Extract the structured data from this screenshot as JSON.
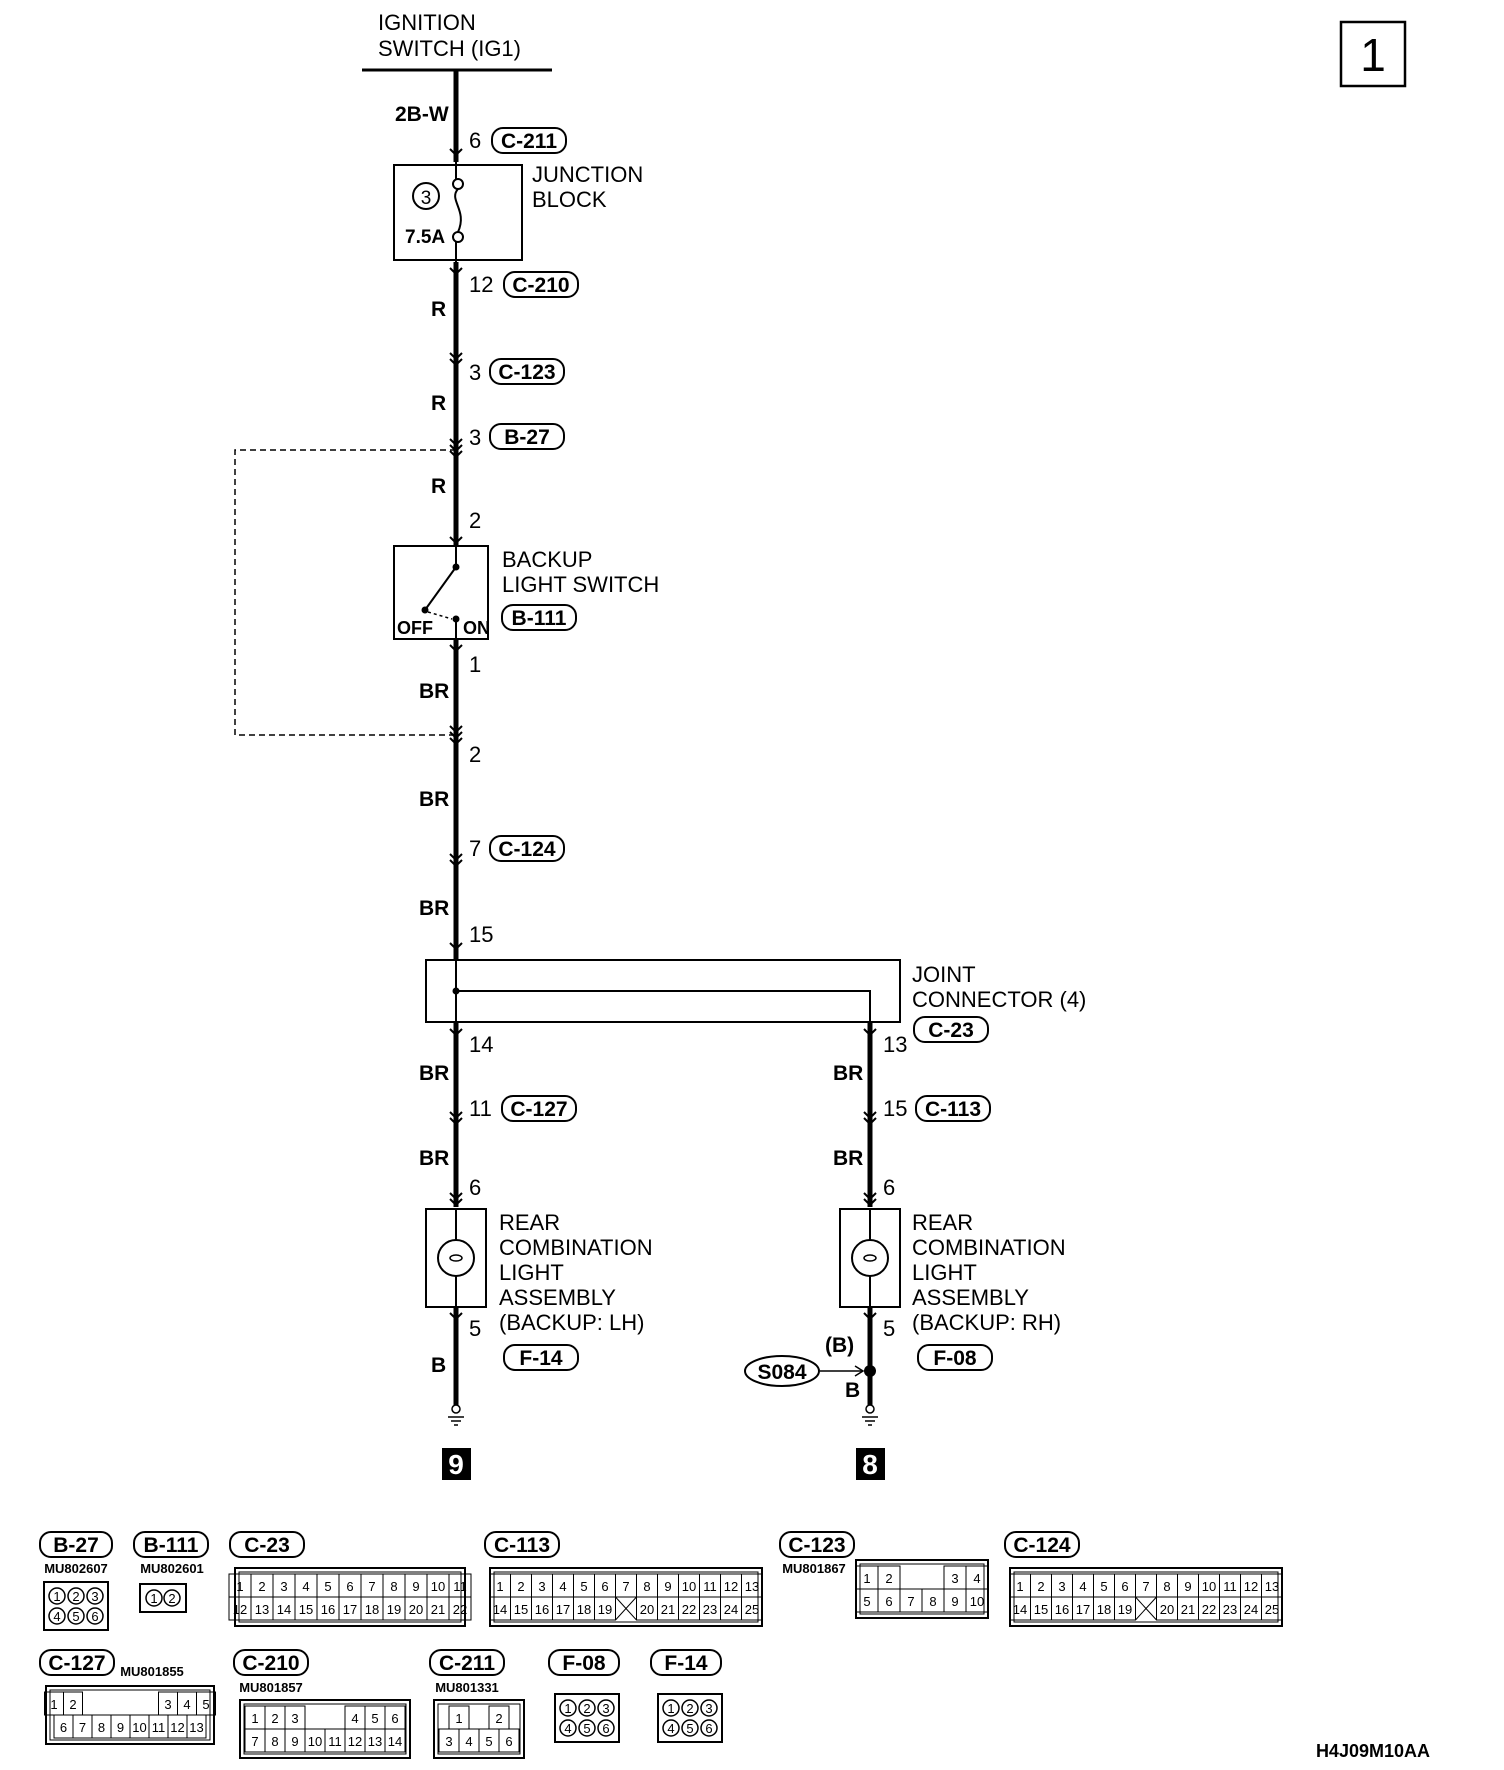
{
  "page_number": "1",
  "diagram_code": "H4J09M10AA",
  "wire_colors": {
    "ig": "2B-W",
    "r": "R",
    "br": "BR",
    "b": "B",
    "b_paren": "(B)"
  },
  "components": {
    "ignition": {
      "line1": "IGNITION",
      "line2": "SWITCH (IG1)"
    },
    "junction_block": {
      "line1": "JUNCTION",
      "line2": "BLOCK",
      "fuse_no": "3",
      "fuse_rating": "7.5A"
    },
    "backup_switch": {
      "line1": "BACKUP",
      "line2": "LIGHT SWITCH",
      "off": "OFF",
      "on": "ON"
    },
    "joint_connector": {
      "line1": "JOINT",
      "line2": "CONNECTOR (4)"
    },
    "rear_lh": {
      "line1": "REAR",
      "line2": "COMBINATION",
      "line3": "LIGHT",
      "line4": "ASSEMBLY",
      "line5": "(BACKUP: LH)"
    },
    "rear_rh": {
      "line1": "REAR",
      "line2": "COMBINATION",
      "line3": "LIGHT",
      "line4": "ASSEMBLY",
      "line5": "(BACKUP: RH)"
    }
  },
  "connectors": {
    "c211": "C-211",
    "c210": "C-210",
    "c123": "C-123",
    "b27": "B-27",
    "b111": "B-111",
    "c124": "C-124",
    "c23": "C-23",
    "c127": "C-127",
    "c113": "C-113",
    "f14": "F-14",
    "f08": "F-08"
  },
  "pins": {
    "p6_c211": "6",
    "p12_c210": "12",
    "p3_c123": "3",
    "p3_b27": "3",
    "p2_sw": "2",
    "p1_sw": "1",
    "p2_b27": "2",
    "p7_c124": "7",
    "p15_jc": "15",
    "p14_jc": "14",
    "p13_jc": "13",
    "p11_c127": "11",
    "p15_c113": "15",
    "p6_lh": "6",
    "p6_rh": "6",
    "p5_lh": "5",
    "p5_rh": "5"
  },
  "splice": "S084",
  "grounds": {
    "left": "9",
    "right": "8"
  },
  "connector_views": {
    "b27": {
      "label": "B-27",
      "part": "MU802607",
      "pins": [
        "1",
        "2",
        "3",
        "4",
        "5",
        "6"
      ]
    },
    "b111": {
      "label": "B-111",
      "part": "MU802601",
      "pins": [
        "1",
        "2"
      ]
    },
    "c23": {
      "label": "C-23",
      "part": "",
      "row1": [
        "1",
        "2",
        "3",
        "4",
        "5",
        "6",
        "7",
        "8",
        "9",
        "10",
        "11"
      ],
      "row2": [
        "12",
        "13",
        "14",
        "15",
        "16",
        "17",
        "18",
        "19",
        "20",
        "21",
        "22"
      ]
    },
    "c113": {
      "label": "C-113",
      "part": "",
      "row1": [
        "1",
        "2",
        "3",
        "4",
        "5",
        "6",
        "7",
        "8",
        "9",
        "10",
        "11",
        "12",
        "13"
      ],
      "row2": [
        "14",
        "15",
        "16",
        "17",
        "18",
        "19",
        "",
        "20",
        "21",
        "22",
        "23",
        "24",
        "25"
      ]
    },
    "c123": {
      "label": "C-123",
      "part": "MU801867",
      "row1": [
        "1",
        "2",
        "",
        "",
        "3",
        "4"
      ],
      "row2": [
        "5",
        "6",
        "7",
        "8",
        "9",
        "10"
      ]
    },
    "c124": {
      "label": "C-124",
      "part": "",
      "row1": [
        "1",
        "2",
        "3",
        "4",
        "5",
        "6",
        "7",
        "8",
        "9",
        "10",
        "11",
        "12",
        "13"
      ],
      "row2": [
        "14",
        "15",
        "16",
        "17",
        "18",
        "19",
        "",
        "20",
        "21",
        "22",
        "23",
        "24",
        "25"
      ]
    },
    "c127": {
      "label": "C-127",
      "part": "MU801855",
      "row1": [
        "1",
        "2",
        "",
        "",
        "",
        "",
        "3",
        "4",
        "5"
      ],
      "row2": [
        "6",
        "7",
        "8",
        "9",
        "10",
        "11",
        "12",
        "13"
      ]
    },
    "c210": {
      "label": "C-210",
      "part": "MU801857",
      "row1": [
        "1",
        "2",
        "3",
        "",
        "",
        "4",
        "5",
        "6"
      ],
      "row2": [
        "7",
        "8",
        "9",
        "10",
        "11",
        "12",
        "13",
        "14"
      ]
    },
    "c211": {
      "label": "C-211",
      "part": "MU801331",
      "row1": [
        "1",
        "",
        "2"
      ],
      "row2": [
        "3",
        "4",
        "5",
        "6"
      ]
    },
    "f08": {
      "label": "F-08",
      "part": "",
      "pins": [
        "1",
        "2",
        "3",
        "4",
        "5",
        "6"
      ]
    },
    "f14": {
      "label": "F-14",
      "part": "",
      "pins": [
        "1",
        "2",
        "3",
        "4",
        "5",
        "6"
      ]
    }
  }
}
